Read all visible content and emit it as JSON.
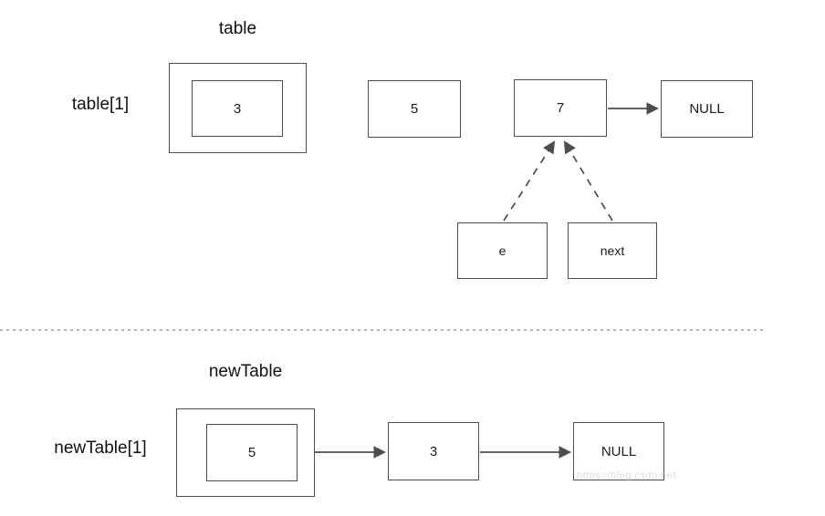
{
  "diagram": {
    "top": {
      "title": "table",
      "row_label": "table[1]",
      "bucket_value": "3",
      "node_5": "5",
      "node_7": "7",
      "null_label": "NULL",
      "pointer_e": "e",
      "pointer_next": "next"
    },
    "bottom": {
      "title": "newTable",
      "row_label": "newTable[1]",
      "bucket_value": "5",
      "node_3": "3",
      "null_label": "NULL"
    },
    "watermark": "https://blog.csdn.net",
    "colors": {
      "line": "#4d4d4d",
      "divider": "#b3b3b3",
      "text": "#111111"
    }
  }
}
